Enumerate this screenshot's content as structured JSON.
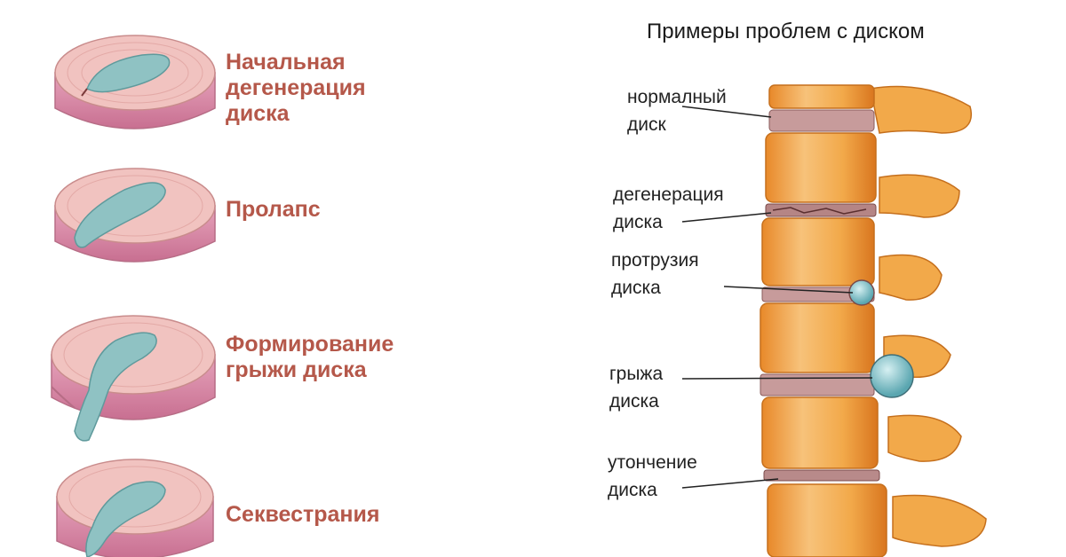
{
  "title": "Примеры проблем с диском",
  "stages": [
    {
      "label": "Начальная\nдегенерация\nдиска"
    },
    {
      "label": "Пролапс"
    },
    {
      "label": "Формирование\nгрыжи диска"
    },
    {
      "label": "Секвестрания"
    }
  ],
  "callouts": [
    {
      "label": "нормалный\nдиск"
    },
    {
      "label": "дегенерация\nдиска"
    },
    {
      "label": "протрузия\nдиска"
    },
    {
      "label": "грыжа\nдиска"
    },
    {
      "label": "утончение\nдиска"
    }
  ],
  "colors": {
    "disc_top": "#f1c3c0",
    "disc_side": "#d98aa6",
    "nucleus": "#8fc2c3",
    "bone": "#f2a94a",
    "label": "#b5584a"
  }
}
